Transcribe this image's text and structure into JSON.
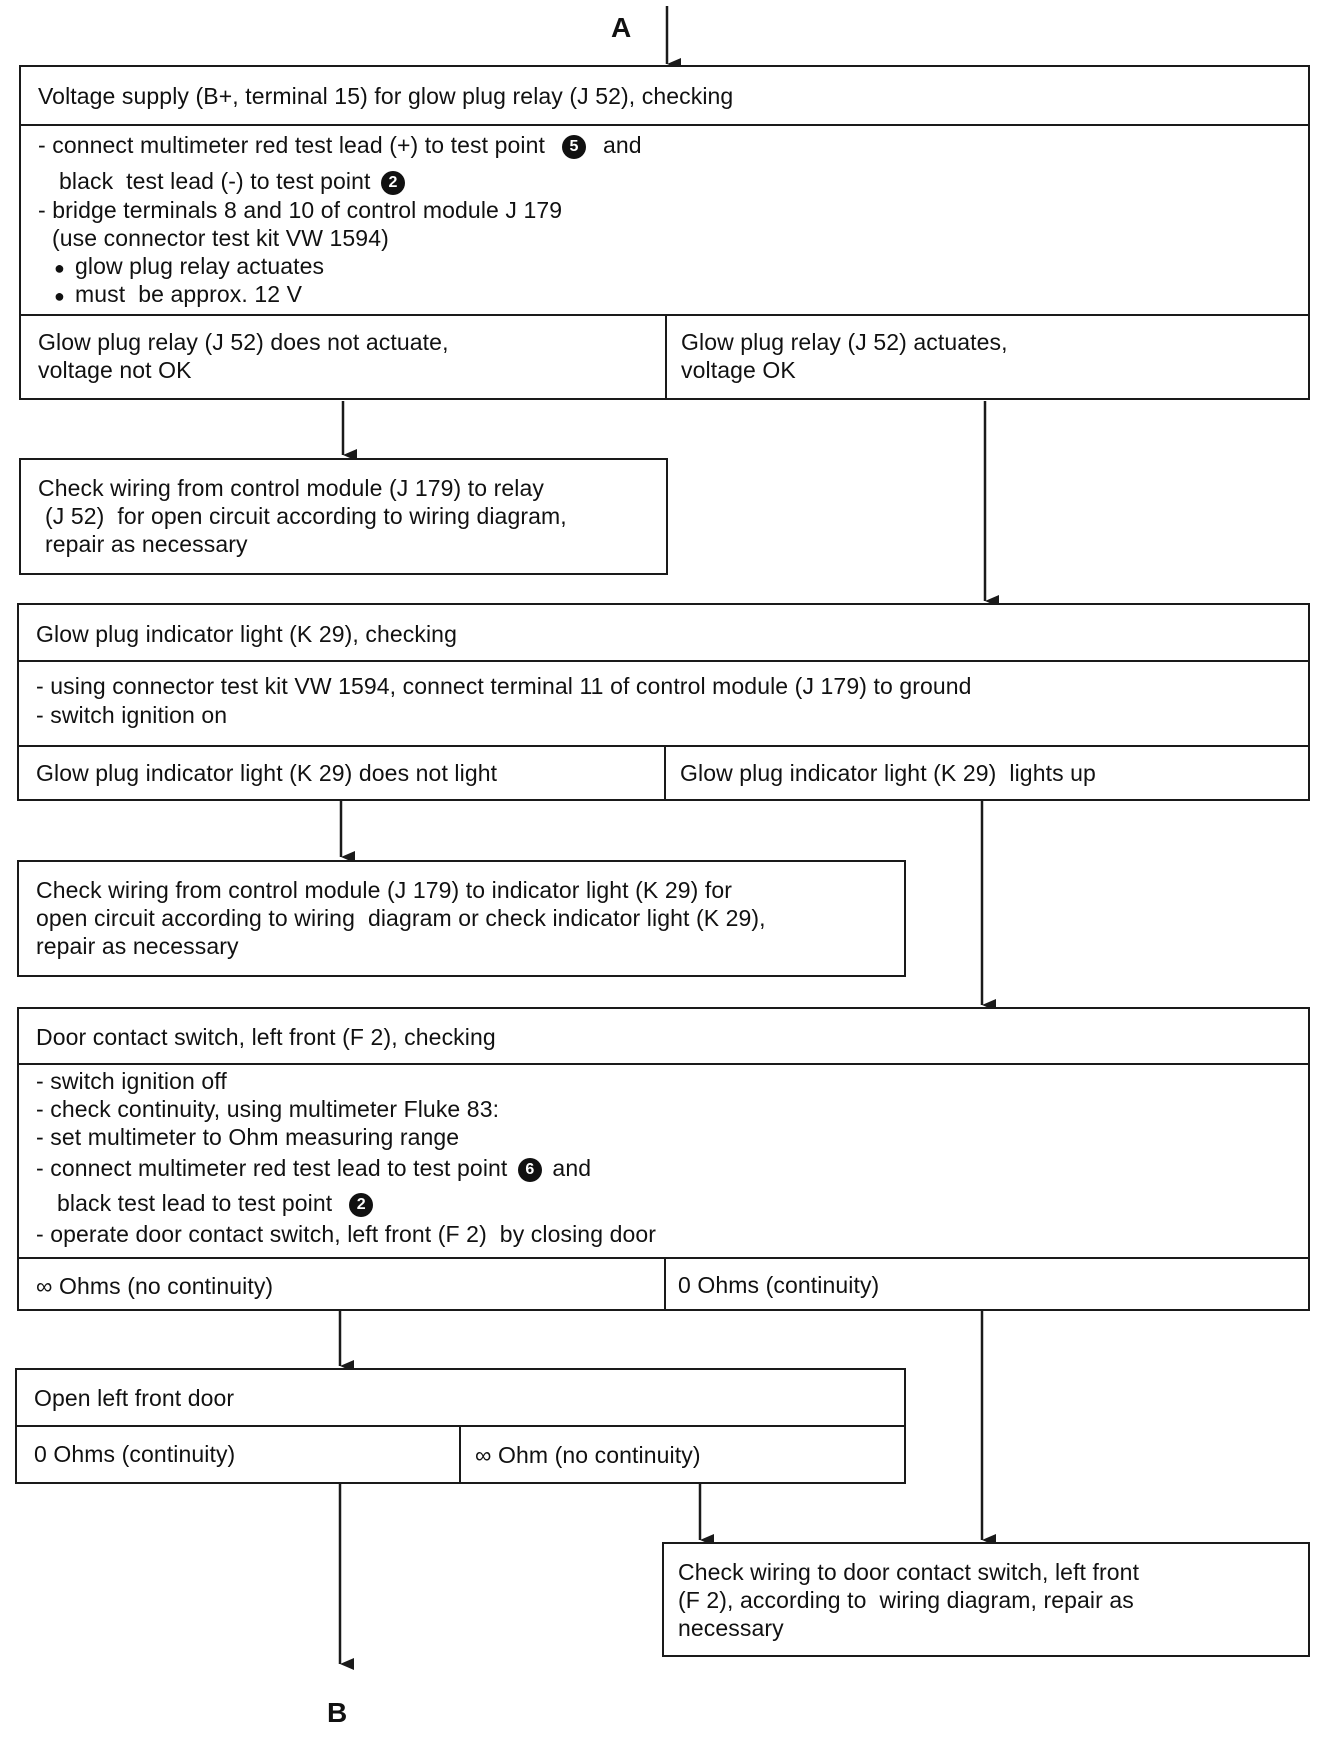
{
  "markers": {
    "start": "A",
    "end": "B"
  },
  "voltage_check": {
    "title": "Voltage supply (B+, terminal 15) for glow plug relay (J 52), checking",
    "step1_pre": "- connect multimeter red test lead (+) to test point",
    "step1_badge": "5",
    "step1_post": "and",
    "step2_pre": "black  test lead (-) to test point",
    "step2_badge": "2",
    "step3": "- bridge terminals 8 and 10 of control module J 179",
    "step4": "(use connector test kit VW 1594)",
    "bullet1": "glow plug relay actuates",
    "bullet2": "must  be approx. 12 V",
    "result_left_l1": "Glow plug relay (J 52) does not actuate,",
    "result_left_l2": "voltage not OK",
    "result_right_l1": "Glow plug relay (J 52) actuates,",
    "result_right_l2": "voltage OK"
  },
  "relay_wiring": {
    "line1": "Check wiring from control module (J 179) to relay",
    "line2": "(J 52)  for open circuit according to wiring diagram,",
    "line3": "repair as necessary"
  },
  "indicator_check": {
    "title": "Glow plug indicator light (K 29), checking",
    "step1": "- using connector test kit VW 1594, connect terminal 11 of control module (J 179) to ground",
    "step2": "- switch ignition on",
    "result_left": "Glow plug indicator light (K 29) does not light",
    "result_right": "Glow plug indicator light (K 29)  lights up"
  },
  "indicator_wiring": {
    "line1": "Check wiring from control module (J 179) to indicator light (K 29) for",
    "line2": "open circuit according to wiring  diagram or check indicator light (K 29),",
    "line3": "repair as necessary"
  },
  "door_check": {
    "title": "Door contact switch, left front (F 2), checking",
    "step1": "- switch ignition off",
    "step2": "- check continuity, using multimeter Fluke 83:",
    "step3": "- set multimeter to Ohm measuring range",
    "step4_pre": "- connect multimeter red test lead to test point",
    "step4_badge": "6",
    "step4_post": "and",
    "step5_pre": "black test lead to test point",
    "step5_badge": "2",
    "step6": "- operate door contact switch, left front (F 2)  by closing door",
    "result_left": "∞ Ohms (no continuity)",
    "result_right": "0 Ohms (continuity)"
  },
  "open_door": {
    "title": "Open left front door",
    "result_left": "0 Ohms (continuity)",
    "result_right": "∞ Ohm (no continuity)"
  },
  "door_wiring": {
    "line1": "Check wiring to door contact switch, left front",
    "line2": "(F 2), according to  wiring diagram, repair as",
    "line3": "necessary"
  }
}
